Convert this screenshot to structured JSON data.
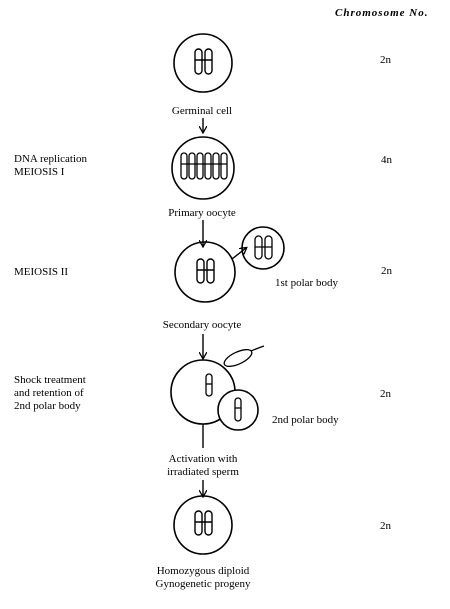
{
  "header": "Chromosome  No.",
  "stages": [
    {
      "cell_label": "Germinal cell",
      "count": "2n",
      "step_label": ""
    },
    {
      "cell_label": "Primary oocyte",
      "count": "4n",
      "step_label_lines": [
        "DNA replication",
        "MEIOSIS I"
      ]
    },
    {
      "cell_label": "Secondary oocyte",
      "count": "2n",
      "step_label_lines": [
        "MEIOSIS II"
      ],
      "side_label": "1st polar body"
    },
    {
      "cell_label": "",
      "count": "2n",
      "step_label_lines": [
        "Shock treatment",
        "and retention of",
        "2nd polar body"
      ],
      "side_label": "2nd polar body"
    },
    {
      "cell_label_lines": [
        "Homozygous diploid",
        "Gynogenetic progeny"
      ],
      "count": "2n"
    }
  ],
  "activation_lines": [
    "Activation with",
    "irradiated sperm"
  ]
}
